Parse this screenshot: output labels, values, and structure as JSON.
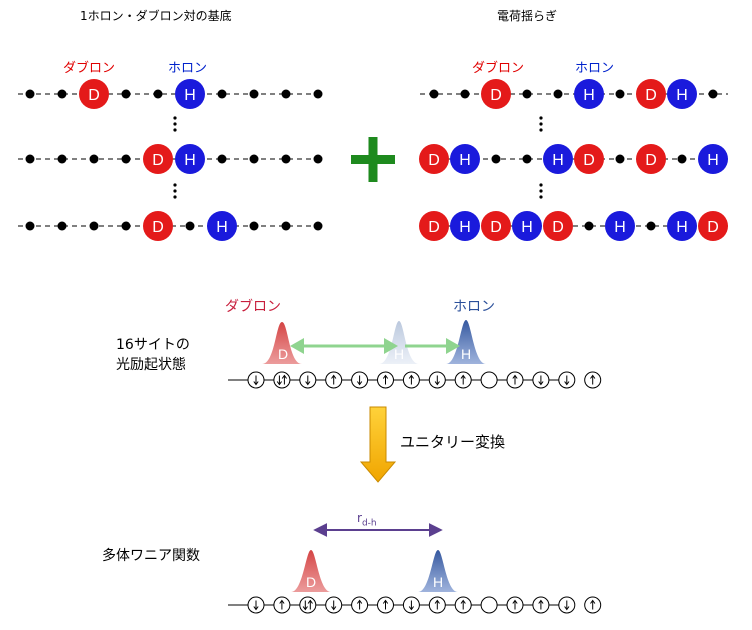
{
  "top": {
    "left_title": "1ホロン・ダブロン対の基底",
    "right_title": "電荷揺らぎ",
    "doublon_label": "ダブロン",
    "holon_label": "ホロン",
    "doublon_letter": "D",
    "holon_letter": "H",
    "left_chains": [
      [
        "",
        "",
        "D",
        "",
        "",
        "H",
        "",
        "",
        "",
        ""
      ],
      [
        "",
        "",
        "",
        "",
        "D",
        "H",
        "",
        "",
        "",
        ""
      ],
      [
        "",
        "",
        "",
        "",
        "D",
        "",
        "H",
        "",
        "",
        ""
      ]
    ],
    "right_chains": [
      [
        "",
        "",
        "D",
        "",
        "",
        "H",
        "",
        "D",
        "H",
        ""
      ],
      [
        "D",
        "H",
        "",
        "",
        "H",
        "D",
        "",
        "D",
        "",
        "H"
      ],
      [
        "D",
        "H",
        "D",
        "H",
        "D",
        "",
        "H",
        "",
        "H",
        "D"
      ]
    ],
    "colors": {
      "doublon": "#e41a1a",
      "holon": "#1a1adc",
      "plus": "#1e8a1e"
    }
  },
  "middle": {
    "label_line1": "16サイトの",
    "label_line2": "光励起状態",
    "doublon_label": "ダブロン",
    "holon_label": "ホロン",
    "transform_label": "ユニタリー変換",
    "sites": [
      "down",
      "updown",
      "down",
      "up",
      "down",
      "up",
      "up",
      "down",
      "up",
      "empty",
      "up",
      "down",
      "down",
      "up"
    ]
  },
  "bottom": {
    "label": "多体ワニア関数",
    "distance_main": "r",
    "distance_sub": "d-h",
    "sites": [
      "down",
      "up",
      "updown",
      "down",
      "up",
      "up",
      "down",
      "up",
      "up",
      "empty",
      "up",
      "up",
      "down",
      "up"
    ]
  }
}
